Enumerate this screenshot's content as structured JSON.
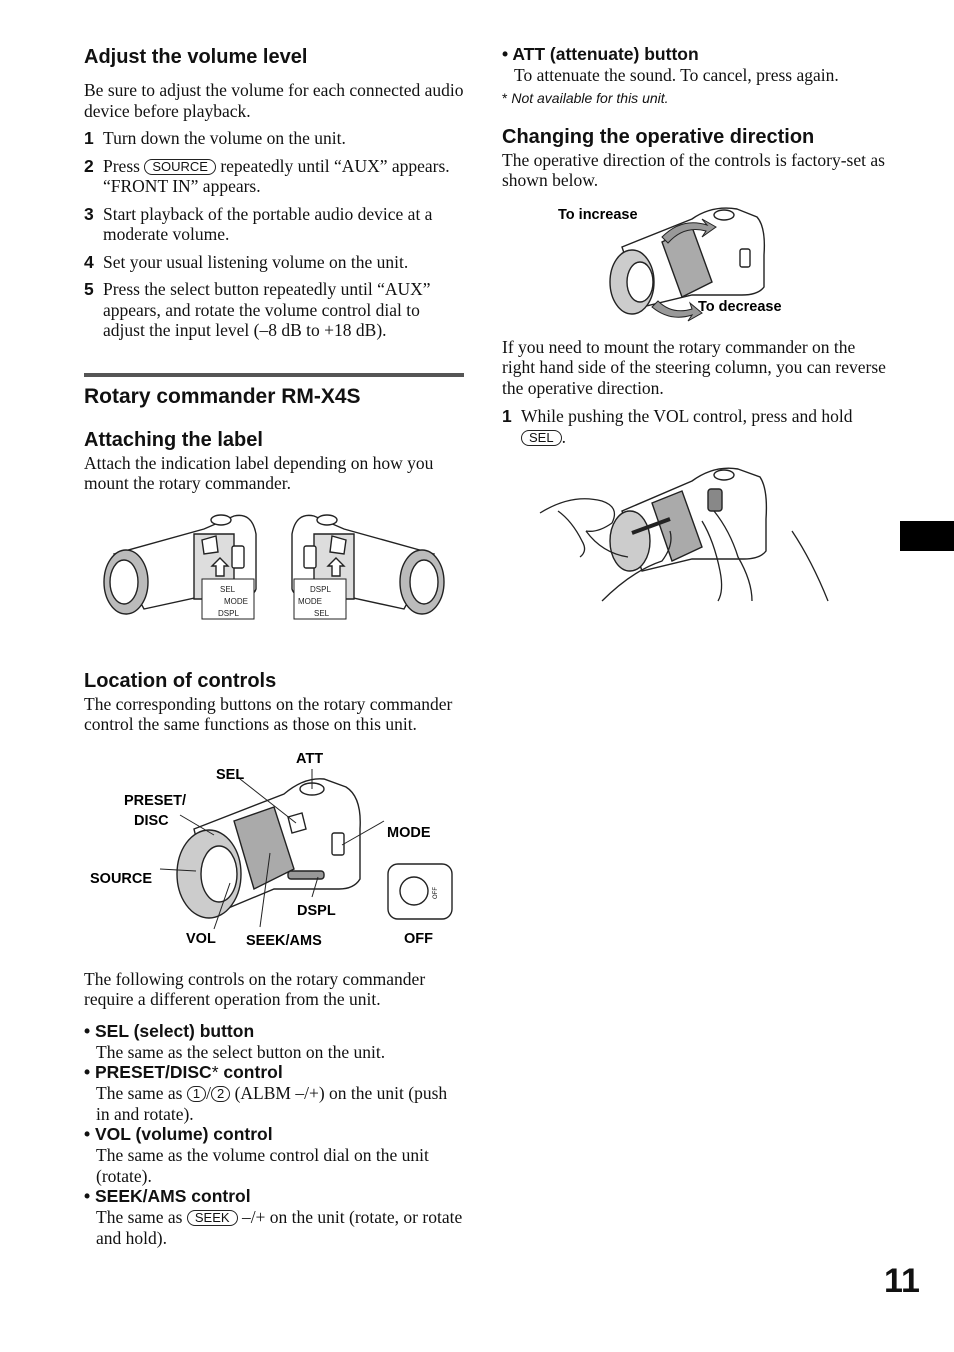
{
  "left": {
    "volume": {
      "heading": "Adjust the volume level",
      "intro": "Be sure to adjust the volume for each connected audio device before playback.",
      "steps": [
        {
          "num": "1",
          "text": "Turn down the volume on the unit."
        },
        {
          "num": "2",
          "pre": "Press",
          "button": "SOURCE",
          "post": "repeatedly until “AUX” appears.",
          "extra": "“FRONT IN” appears."
        },
        {
          "num": "3",
          "text": "Start playback of the portable audio device at a moderate volume."
        },
        {
          "num": "4",
          "text": "Set your usual listening volume on the unit."
        },
        {
          "num": "5",
          "text": "Press the select button repeatedly until “AUX” appears, and rotate the volume control dial to adjust the input level (–8 dB to +18 dB)."
        }
      ]
    },
    "rotary": {
      "heading": "Rotary commander RM-X4S",
      "label_heading": "Attaching the label",
      "label_text": "Attach the indication label depending on how you mount the rotary commander.",
      "label_left": [
        "SEL",
        "MODE",
        "DSPL"
      ],
      "label_right": [
        "DSPL",
        "MODE",
        "SEL"
      ],
      "location_heading": "Location of controls",
      "location_text": "The corresponding buttons on the rotary commander control the same functions as those on this unit.",
      "callouts": {
        "att": "ATT",
        "sel": "SEL",
        "preset": "PRESET/",
        "disc": "DISC",
        "mode": "MODE",
        "source": "SOURCE",
        "dspl": "DSPL",
        "vol": "VOL",
        "seek": "SEEK/AMS",
        "off": "OFF",
        "off_small": "OFF"
      },
      "following_text": "The following controls on the rotary commander require a different operation from the unit.",
      "controls": [
        {
          "title": "SEL (select) button",
          "desc": "The same as the select button on the unit."
        },
        {
          "title": "PRESET/DISC",
          "title_suffix": " control",
          "desc_pre": "The same as",
          "btn1": "1",
          "sep": "/",
          "btn2": "2",
          "desc_post": "(ALBM –/+) on the unit (push in and rotate)."
        },
        {
          "title": "VOL (volume) control",
          "desc": "The same as the volume control dial on the unit (rotate)."
        },
        {
          "title": "SEEK/AMS control",
          "desc_pre": "The same as",
          "btn": "SEEK",
          "desc_post": "–/+ on the unit (rotate, or rotate and hold)."
        }
      ]
    }
  },
  "right": {
    "att": {
      "title": "ATT (attenuate) button",
      "desc": "To attenuate the sound. To cancel, press again."
    },
    "footnote": "Not available for this unit.",
    "direction": {
      "heading": "Changing the operative direction",
      "intro": "The operative direction of the controls is factory-set as shown below.",
      "to_increase": "To increase",
      "to_decrease": "To decrease",
      "text2": "If you need to mount the rotary commander on the right hand side of the steering column, you can reverse the operative direction.",
      "step_num": "1",
      "step_pre": "While pushing the VOL control, press and hold",
      "step_btn": "SEL",
      "step_post": "."
    }
  },
  "page_number": "11"
}
